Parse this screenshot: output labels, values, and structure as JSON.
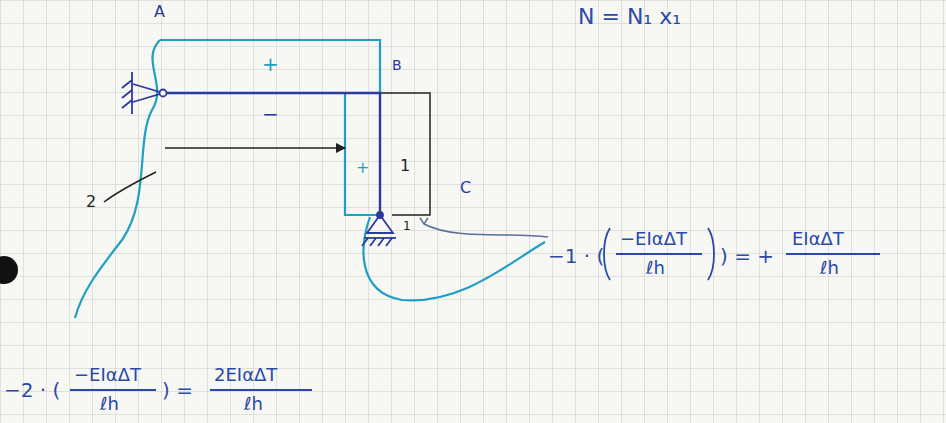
{
  "diagram": {
    "labels": [
      "A",
      "N = N₁ x₁",
      "+",
      "−",
      "B",
      "+",
      "1",
      "C",
      "2",
      "1",
      "−1 · (",
      "−EIαΔT",
      "ℓh",
      ") = +",
      "EIαΔT",
      "ℓh",
      "−2 · (",
      "−EIαΔT",
      "ℓh",
      ") =",
      "2EIαΔT",
      "ℓh"
    ]
  }
}
